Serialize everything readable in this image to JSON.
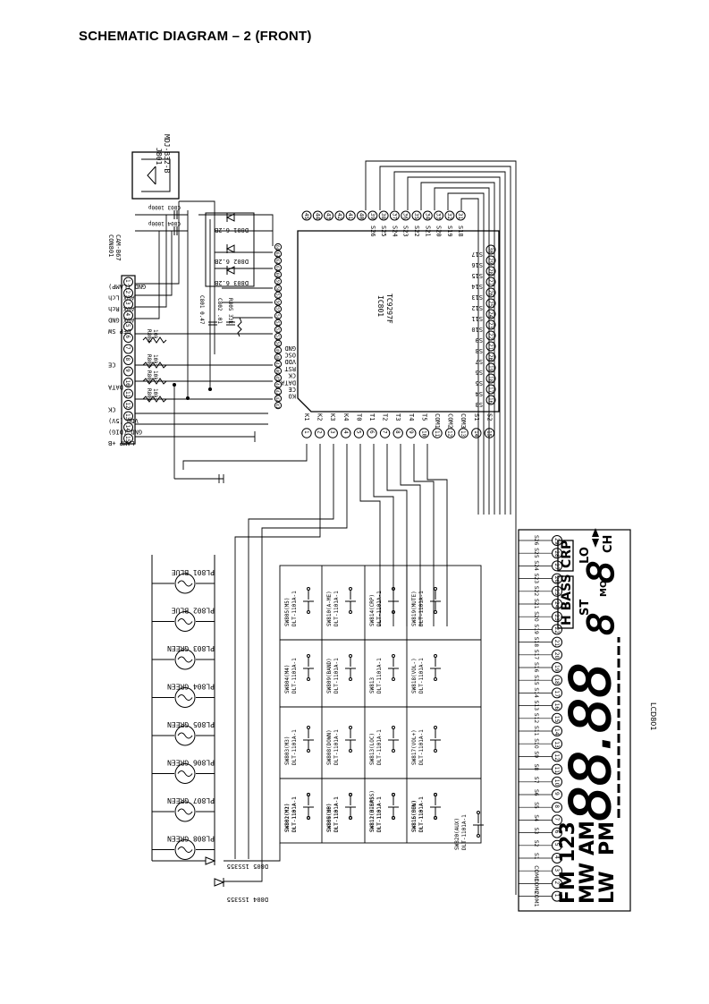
{
  "page": {
    "title": "SCHEMATIC  DIAGRAM – 2 (FRONT)"
  },
  "jack": {
    "ref": "J801",
    "part": "MDJ-B32-B"
  },
  "connector": {
    "ref": "CON801",
    "part": "CAM-B67",
    "pins": [
      {
        "num": "1",
        "name": "GND (LAMP)"
      },
      {
        "num": "2",
        "name": "AUX Lch"
      },
      {
        "num": "3",
        "name": "AUX Rch"
      },
      {
        "num": "4",
        "name": "AUX GND"
      },
      {
        "num": "5",
        "name": "DFP SW"
      },
      {
        "num": "6",
        "name": ""
      },
      {
        "num": "7",
        "name": ""
      },
      {
        "num": "8",
        "name": "CE"
      },
      {
        "num": "9",
        "name": ""
      },
      {
        "num": "10",
        "name": "DATA"
      },
      {
        "num": "11",
        "name": ""
      },
      {
        "num": "12",
        "name": "CK"
      },
      {
        "num": "13",
        "name": "VDD (5V)"
      },
      {
        "num": "14",
        "name": "GND (DIG)"
      },
      {
        "num": "15",
        "name": "LAMP +B"
      }
    ]
  },
  "caps_input": [
    {
      "ref": "C803",
      "value": "1000p"
    },
    {
      "ref": "C804",
      "value": "1000p"
    }
  ],
  "resistors": [
    {
      "ref": "R804",
      "value": "10k"
    },
    {
      "ref": "R803",
      "value": "10k"
    },
    {
      "ref": "R802",
      "value": "10k"
    },
    {
      "ref": "R801",
      "value": "10k"
    }
  ],
  "osc_parts": [
    {
      "ref": "C801",
      "value": "0.47"
    },
    {
      "ref": "C802",
      "value": ".01"
    },
    {
      "ref": "R805",
      "value": "33k"
    }
  ],
  "zeners": [
    {
      "ref": "D801",
      "value": "6.2B"
    },
    {
      "ref": "D802",
      "value": "6.2B"
    },
    {
      "ref": "D803",
      "value": "6.2B"
    }
  ],
  "ic": {
    "ref": "IC801",
    "part": "TC9297F",
    "bottom_pins": [
      {
        "num": "1",
        "name": "K1"
      },
      {
        "num": "2",
        "name": "K2"
      },
      {
        "num": "3",
        "name": "K3"
      },
      {
        "num": "4",
        "name": "K4"
      },
      {
        "num": "5",
        "name": "T0"
      },
      {
        "num": "6",
        "name": "T1"
      },
      {
        "num": "7",
        "name": "T2"
      },
      {
        "num": "8",
        "name": "T3"
      },
      {
        "num": "9",
        "name": "T4"
      },
      {
        "num": "10",
        "name": "T5"
      },
      {
        "num": "11",
        "name": "COM1"
      },
      {
        "num": "12",
        "name": "COM2"
      },
      {
        "num": "13",
        "name": "COM3"
      },
      {
        "num": "14",
        "name": "S1"
      },
      {
        "num": "15",
        "name": "S2"
      }
    ],
    "left_pins": [
      {
        "num": "64",
        "name": ""
      },
      {
        "num": "63",
        "name": ""
      },
      {
        "num": "62",
        "name": ""
      },
      {
        "num": "61",
        "name": ""
      },
      {
        "num": "60",
        "name": ""
      },
      {
        "num": "59",
        "name": ""
      },
      {
        "num": "58",
        "name": ""
      },
      {
        "num": "57",
        "name": ""
      },
      {
        "num": "56",
        "name": ""
      },
      {
        "num": "55",
        "name": ""
      },
      {
        "num": "54",
        "name": ""
      },
      {
        "num": "53",
        "name": ""
      },
      {
        "num": "52",
        "name": ""
      },
      {
        "num": "51",
        "name": ""
      },
      {
        "num": "50",
        "name": "GND"
      },
      {
        "num": "49",
        "name": "OSC"
      },
      {
        "num": "48",
        "name": "VDD"
      },
      {
        "num": "47",
        "name": "RST"
      },
      {
        "num": "46",
        "name": "CK"
      },
      {
        "num": "45",
        "name": "DATA"
      },
      {
        "num": "44",
        "name": "CE"
      },
      {
        "num": "43",
        "name": "KO"
      },
      {
        "num": "42",
        "name": ""
      },
      {
        "num": "41",
        "name": ""
      }
    ],
    "top_pins": [
      {
        "num": "45",
        "name": ""
      },
      {
        "num": "44",
        "name": ""
      },
      {
        "num": "43",
        "name": ""
      },
      {
        "num": "42",
        "name": ""
      },
      {
        "num": "41",
        "name": ""
      },
      {
        "num": "40",
        "name": ""
      },
      {
        "num": "39",
        "name": "S26"
      },
      {
        "num": "38",
        "name": "S25"
      },
      {
        "num": "37",
        "name": "S24"
      },
      {
        "num": "36",
        "name": "S23"
      },
      {
        "num": "35",
        "name": "S22"
      },
      {
        "num": "34",
        "name": "S21"
      },
      {
        "num": "33",
        "name": "S20"
      },
      {
        "num": "32",
        "name": "S19"
      },
      {
        "num": "31",
        "name": "S18"
      }
    ],
    "right_pins": [
      {
        "num": "30",
        "name": "S17"
      },
      {
        "num": "29",
        "name": "S16"
      },
      {
        "num": "28",
        "name": "S15"
      },
      {
        "num": "27",
        "name": "S14"
      },
      {
        "num": "26",
        "name": "S13"
      },
      {
        "num": "25",
        "name": "S12"
      },
      {
        "num": "24",
        "name": "S11"
      },
      {
        "num": "23",
        "name": "S10"
      },
      {
        "num": "22",
        "name": "S9"
      },
      {
        "num": "21",
        "name": "S8"
      },
      {
        "num": "20",
        "name": "S7"
      },
      {
        "num": "19",
        "name": "S6"
      },
      {
        "num": "18",
        "name": "S5"
      },
      {
        "num": "17",
        "name": "S4"
      },
      {
        "num": "16",
        "name": "S3"
      }
    ]
  },
  "lamps": [
    {
      "ref": "PL801",
      "color": "BLUE"
    },
    {
      "ref": "PL802",
      "color": "BLUE"
    },
    {
      "ref": "PL803",
      "color": "GREEN"
    },
    {
      "ref": "PL804",
      "color": "GREEN"
    },
    {
      "ref": "PL805",
      "color": "GREEN"
    },
    {
      "ref": "PL806",
      "color": "GREEN"
    },
    {
      "ref": "PL807",
      "color": "GREEN"
    },
    {
      "ref": "PL808",
      "color": "GREEN"
    }
  ],
  "switches": [
    {
      "ref": "SW805",
      "fn": "(M5)",
      "part": "DLT-1101A-1"
    },
    {
      "ref": "SW810",
      "fn": "(A-ME)",
      "part": "DLT-1101A-1"
    },
    {
      "ref": "SW814",
      "fn": "(CRP)",
      "part": "DLT-1101A-1"
    },
    {
      "ref": "SW819",
      "fn": "(MUTE)",
      "part": "DLT-1101A-1"
    },
    {
      "ref": "SW804",
      "fn": "(M4)",
      "part": "DLT-1101A-1"
    },
    {
      "ref": "SW809",
      "fn": "(BAND)",
      "part": "DLT-1101A-1"
    },
    {
      "ref": "SW813",
      "fn": "",
      "part": "DLT-1101A-1"
    },
    {
      "ref": "SW818",
      "fn": "(VOL-)",
      "part": "DLT-1101A-1"
    },
    {
      "ref": "SW803",
      "fn": "(M3)",
      "part": "DLT-1101A-1"
    },
    {
      "ref": "SW808",
      "fn": "(DOWN)",
      "part": "DLT-1101A-1"
    },
    {
      "ref": "SW813",
      "fn": "(LOC)",
      "part": "DLT-1101A-1"
    },
    {
      "ref": "SW817",
      "fn": "(VOL+)",
      "part": "DLT-1101A-1"
    },
    {
      "ref": "SW802",
      "fn": "(M2)",
      "part": "DLT-1101A-1"
    },
    {
      "ref": "SW807",
      "fn": "(UP)",
      "part": "DLT-1101A-1"
    },
    {
      "ref": "SW812",
      "fn": "(H-BASS)",
      "part": "DLT-1101A-1"
    },
    {
      "ref": "SW816",
      "fn": "(SEL)",
      "part": "DLT-1101A-1"
    },
    {
      "ref": "SW801",
      "fn": "(M1)",
      "part": "DLT-1101A-1"
    },
    {
      "ref": "SW806",
      "fn": "(M6)",
      "part": "DLT-1101A-1"
    },
    {
      "ref": "SW811",
      "fn": "(DISP)",
      "part": "DLT-1101A-1"
    },
    {
      "ref": "SW815",
      "fn": "(POW)",
      "part": "DLT-1101A-1"
    },
    {
      "ref": "SW820",
      "fn": "(AUX)",
      "part": "DLT-1101A-1"
    }
  ],
  "diodes": [
    {
      "ref": "D805",
      "part": "1SS355"
    },
    {
      "ref": "D804",
      "part": "1SS355"
    }
  ],
  "lcd": {
    "ref": "LCD801",
    "seg_labels_top": [
      "S26",
      "S25",
      "S24",
      "S23",
      "S22",
      "S21",
      "S20",
      "S19",
      "S18",
      "S17",
      "S16",
      "S15",
      "S14",
      "S13",
      "S12",
      "S11"
    ],
    "seg_labels_bot": [
      "S10",
      "S9",
      "S8",
      "S7",
      "S6",
      "S5",
      "S4",
      "S3",
      "S2",
      "S1",
      "COM3",
      "COM2",
      "COM1"
    ],
    "pins": [
      "29",
      "28",
      "27",
      "26",
      "25",
      "24",
      "23",
      "22",
      "21",
      "20",
      "19",
      "18",
      "17",
      "16",
      "15",
      "14",
      "13",
      "12",
      "11",
      "10",
      "9",
      "8",
      "7",
      "6",
      "5",
      "4",
      "3",
      "2",
      "1"
    ],
    "indicators": {
      "fm": "FM",
      "mw": "MW",
      "lw": "LW",
      "presets": "123",
      "am": "AM",
      "pm": "PM",
      "hbass": "H BASS",
      "crp": "CRP",
      "lo": "LO",
      "st": "ST",
      "mo": "MO",
      "ch": "CH",
      "digits": "88.88",
      "ch_digit1": "8",
      "ch_digit2": "8"
    }
  }
}
